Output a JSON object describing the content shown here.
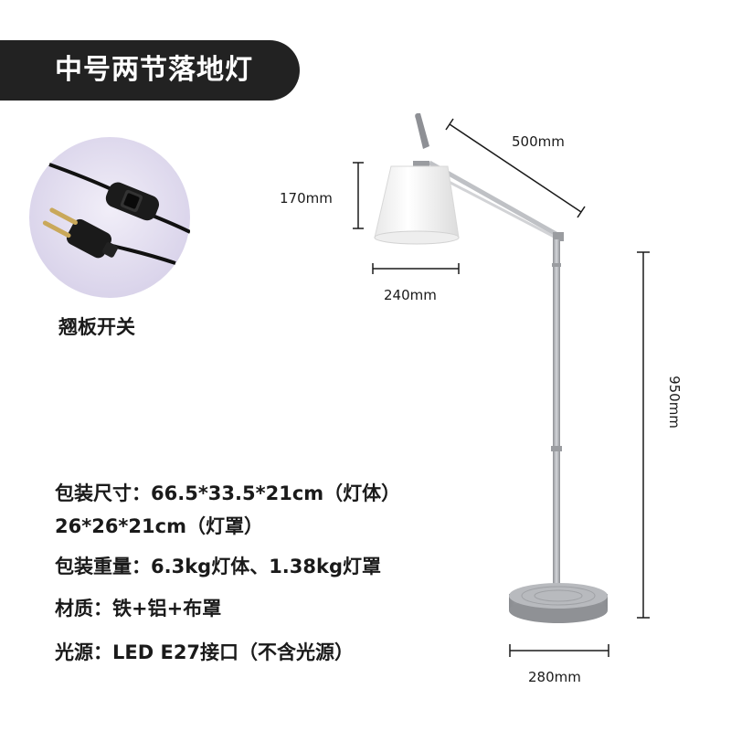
{
  "title": "中号两节落地灯",
  "switch": {
    "caption": "翘板开关"
  },
  "specs": [
    {
      "text": "包装尺寸：66.5*33.5*21cm（灯体）"
    },
    {
      "text": "26*26*21cm（灯罩）"
    },
    {
      "text": "包装重量：6.3kg灯体、1.38kg灯罩"
    },
    {
      "text": "材质：铁+铝+布罩"
    },
    {
      "text": "光源：LED E27接口（不含光源）"
    }
  ],
  "dimensions": {
    "arm": "500mm",
    "shade_height": "170mm",
    "shade_width": "240mm",
    "height": "950mm",
    "base": "280mm"
  },
  "colors": {
    "title_bg": "#222222",
    "title_text": "#ffffff",
    "metal": "#a9abb0",
    "shade": "#f4f4f4"
  }
}
